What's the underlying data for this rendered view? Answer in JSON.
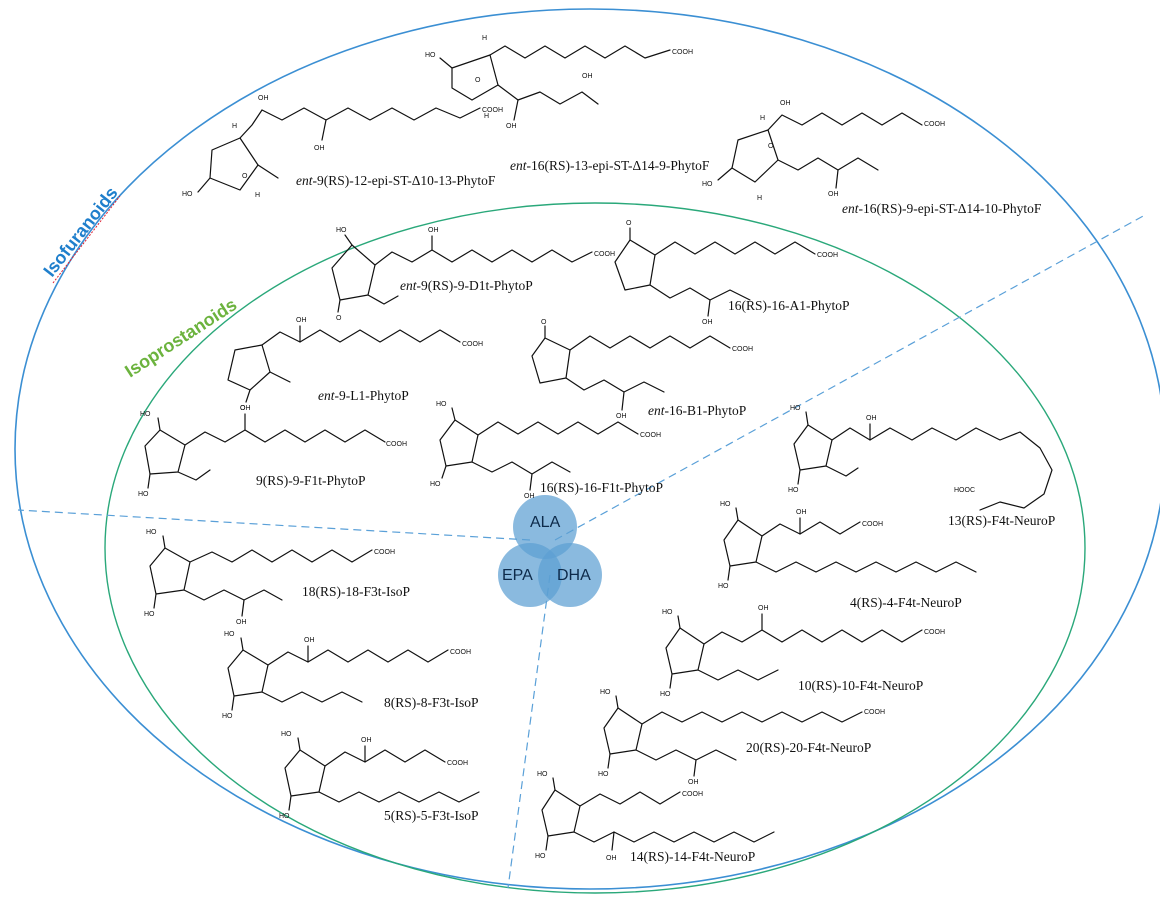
{
  "colors": {
    "outer_ellipse": "#3b8fd3",
    "inner_ellipse": "#2aa87a",
    "isofuranoids_title": "#1f7fcc",
    "isoprostanoids_title": "#6cb33e",
    "divider": "#5aa0d8",
    "venn_fill": "#5d9fd3"
  },
  "titles": {
    "isofuranoids": "Isofuranoids",
    "isoprostanoids": "Isoprostanoids"
  },
  "venn": {
    "top": "ALA",
    "left": "EPA",
    "right": "DHA"
  },
  "molecules": {
    "phytof_a": {
      "prefix": "ent",
      "text": "-16(RS)-13-epi-ST-Δ14-9-PhytoF"
    },
    "phytof_b": {
      "prefix": "ent",
      "text": "-9(RS)-12-epi-ST-Δ10-13-PhytoF"
    },
    "phytof_c": {
      "prefix": "ent",
      "text": "-16(RS)-9-epi-ST-Δ14-10-PhytoF"
    },
    "phytop_d1": {
      "prefix": "ent",
      "text": "-9(RS)-9-D1t-PhytoP"
    },
    "phytop_a1": {
      "prefix": "",
      "text": "16(RS)-16-A1-PhytoP"
    },
    "phytop_l1": {
      "prefix": "ent",
      "text": "-9-L1-PhytoP"
    },
    "phytop_b1": {
      "prefix": "ent",
      "text": "-16-B1-PhytoP"
    },
    "phytop_f1_9": {
      "prefix": "",
      "text": "9(RS)-9-F1t-PhytoP"
    },
    "phytop_f1_16": {
      "prefix": "",
      "text": "16(RS)-16-F1t-PhytoP"
    },
    "neurop_13": {
      "prefix": "",
      "text": "13(RS)-F4t-NeuroP"
    },
    "neurop_4": {
      "prefix": "",
      "text": "4(RS)-4-F4t-NeuroP"
    },
    "neurop_10": {
      "prefix": "",
      "text": "10(RS)-10-F4t-NeuroP"
    },
    "neurop_20": {
      "prefix": "",
      "text": "20(RS)-20-F4t-NeuroP"
    },
    "neurop_14": {
      "prefix": "",
      "text": "14(RS)-14-F4t-NeuroP"
    },
    "isop_18": {
      "prefix": "",
      "text": "18(RS)-18-F3t-IsoP"
    },
    "isop_8": {
      "prefix": "",
      "text": "8(RS)-8-F3t-IsoP"
    },
    "isop_5": {
      "prefix": "",
      "text": "5(RS)-5-F3t-IsoP"
    }
  },
  "atoms": {
    "cooh": "COOH",
    "hooc": "HOOC",
    "oh": "OH",
    "ho": "HO",
    "o": "O",
    "h": "H"
  }
}
